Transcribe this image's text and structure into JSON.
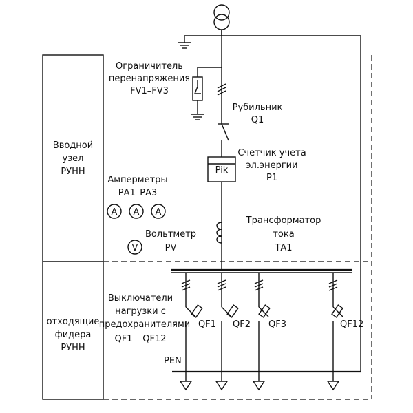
{
  "left_panel": {
    "top_section": [
      "Вводной",
      "узел",
      "РУНН"
    ],
    "bottom_section": [
      "отходящие",
      "фидера",
      "РУНН"
    ]
  },
  "surge_limiter": {
    "lines": [
      "Ограничитель",
      "перенапряжения",
      "FV1–FV3"
    ]
  },
  "switch_q1": {
    "lines": [
      "Рубильник",
      "Q1"
    ]
  },
  "meter_p1": {
    "box_label": "Pik",
    "lines": [
      "Счетчик учета",
      "эл.энергии",
      "P1"
    ]
  },
  "ammeters": {
    "lines": [
      "Амперметры",
      "РА1–РА3"
    ],
    "symbol": "A"
  },
  "voltmeter": {
    "lines": [
      "Вольтметр",
      "PV"
    ],
    "symbol": "V"
  },
  "current_transformer": {
    "lines": [
      "Трансформатор",
      "тока",
      "ТА1"
    ]
  },
  "load_switches": {
    "lines": [
      "Выключатели",
      "нагрузки с",
      "предохранителями",
      "QF1 – QF12"
    ]
  },
  "feeders": [
    "QF1",
    "QF2",
    "QF3",
    "QF12"
  ],
  "pen_label": "PEN"
}
